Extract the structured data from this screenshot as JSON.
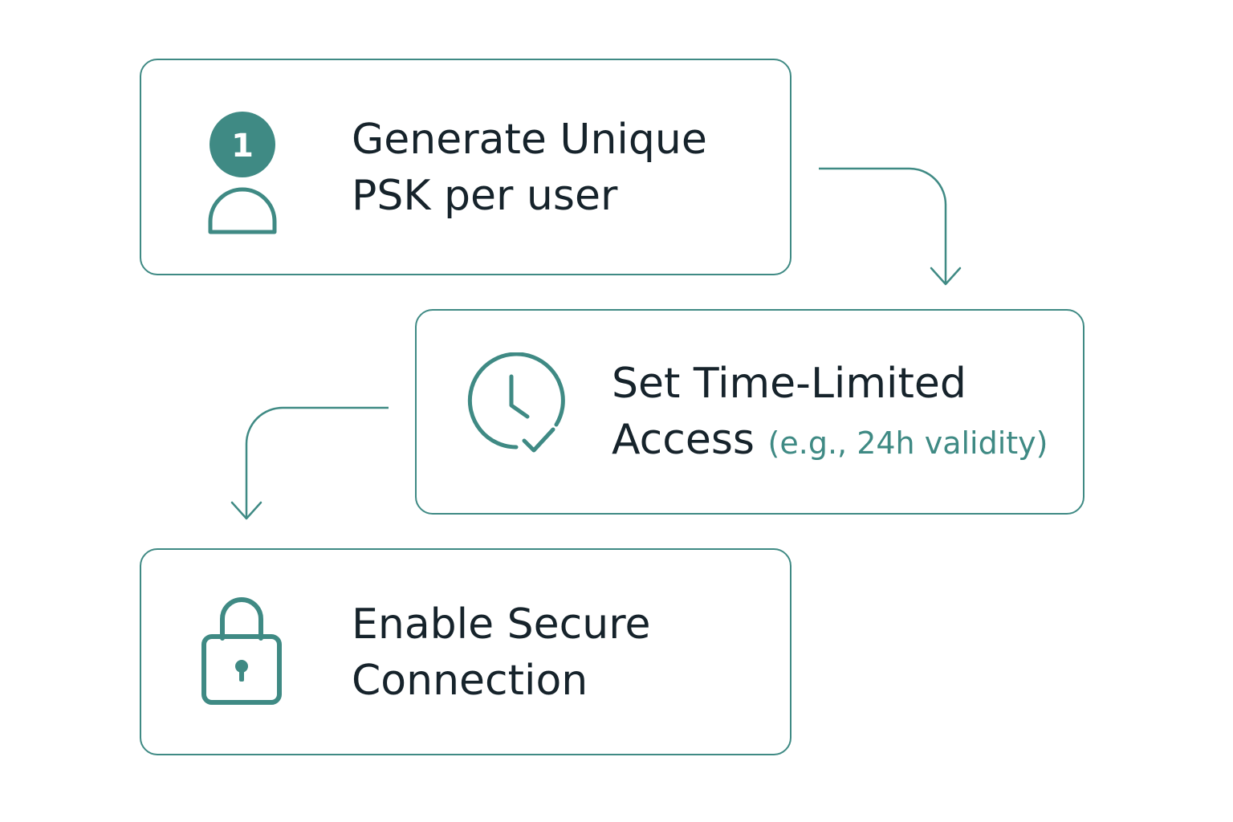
{
  "steps": [
    {
      "badge": "1",
      "icon": "user-icon",
      "line1": "Generate Unique",
      "line2": "PSK per user",
      "note": ""
    },
    {
      "icon": "clock-check-icon",
      "line1": "Set Time-Limited",
      "line2": "Access",
      "note": "(e.g., 24h validity)"
    },
    {
      "icon": "padlock-icon",
      "line1": "Enable Secure",
      "line2": "Connection",
      "note": ""
    }
  ],
  "colors": {
    "accent": "#3f8a84",
    "text": "#16232b",
    "background": "#ffffff"
  }
}
